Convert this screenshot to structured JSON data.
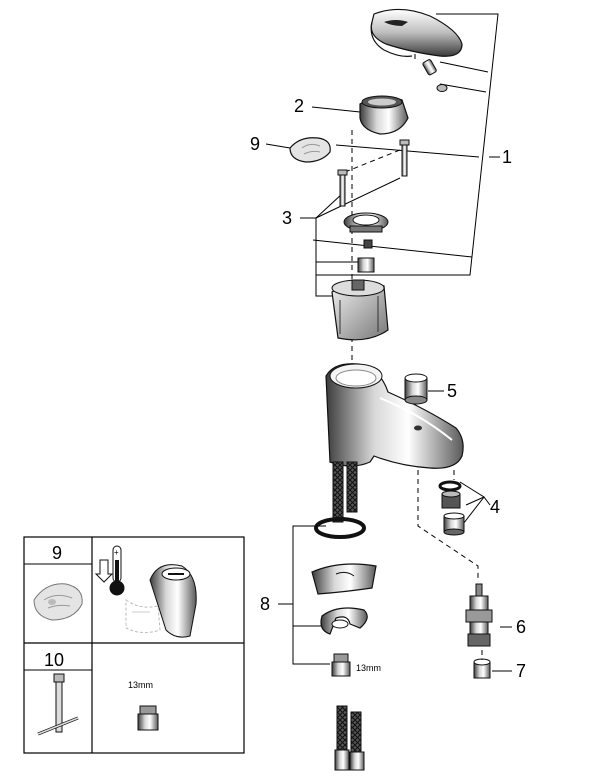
{
  "callouts": {
    "c1": "1",
    "c2": "2",
    "c3": "3",
    "c4": "4",
    "c5": "5",
    "c6": "6",
    "c7": "7",
    "c8": "8",
    "c9": "9"
  },
  "size_labels": {
    "hose_nut": "13mm",
    "inset_nut": "13mm"
  },
  "inset": {
    "cell_9": "9",
    "cell_10": "10"
  }
}
